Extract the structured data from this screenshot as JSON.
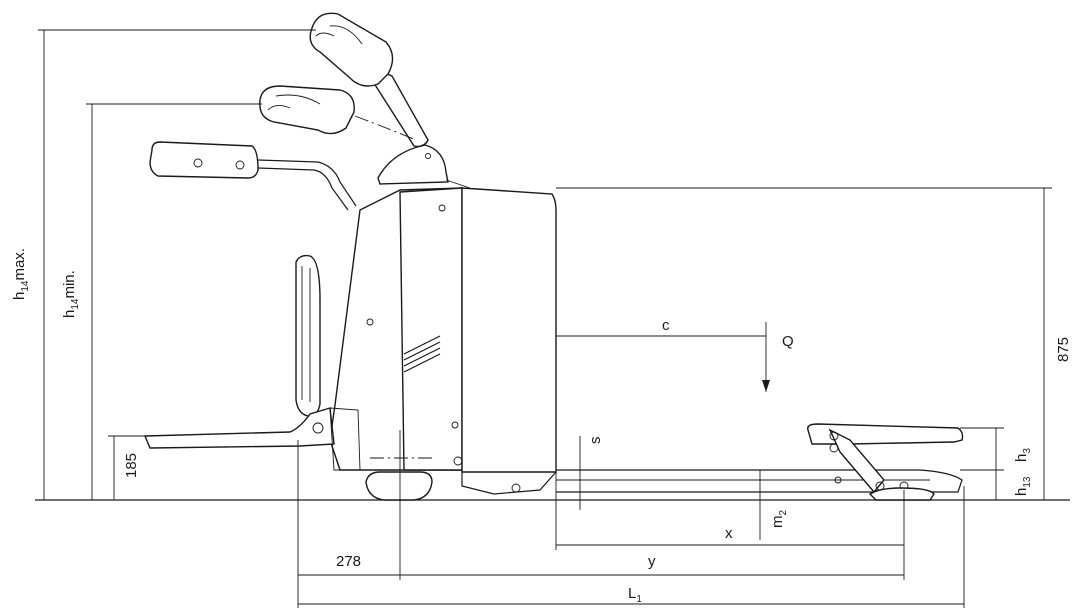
{
  "dimensions": {
    "h14max": {
      "main": "h",
      "sub": "14",
      "suffix": "max."
    },
    "h14min": {
      "main": "h",
      "sub": "14",
      "suffix": "min."
    },
    "h185": "185",
    "h875": "875",
    "c": "c",
    "Q": "Q",
    "s": "s",
    "h3": {
      "main": "h",
      "sub": "3"
    },
    "h13": {
      "main": "h",
      "sub": "13"
    },
    "m2": {
      "main": "m",
      "sub": "2"
    },
    "x": "x",
    "y": "y",
    "l278": "278",
    "L1": {
      "main": "L",
      "sub": "1"
    }
  }
}
